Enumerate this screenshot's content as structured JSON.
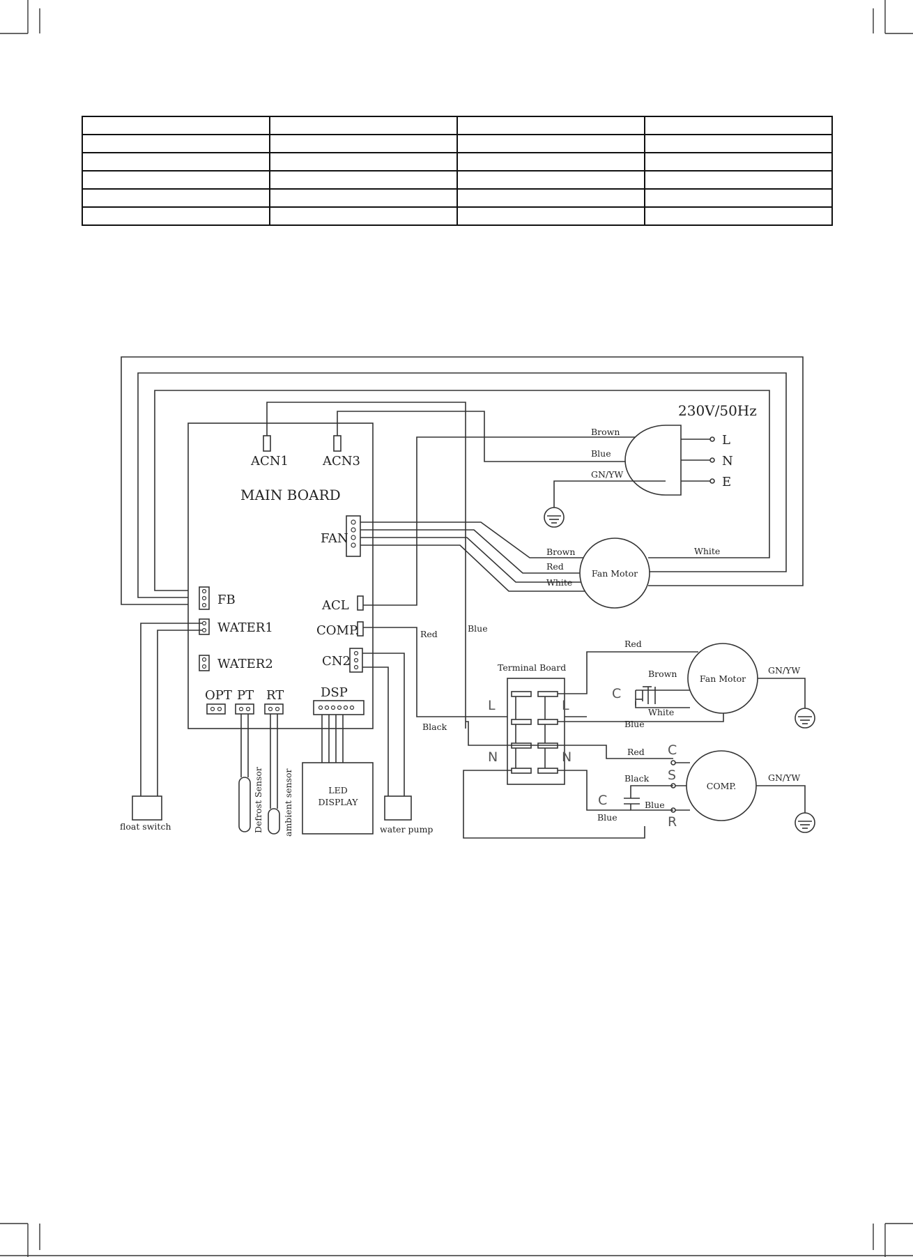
{
  "diagram": {
    "supply_label": "230V/50Hz",
    "supply_pins": [
      "L",
      "N",
      "E"
    ],
    "main_board": {
      "title": "MAIN BOARD",
      "connectors": {
        "acn1": "ACN1",
        "acn3": "ACN3",
        "fan": "FAN",
        "fb": "FB",
        "acl": "ACL",
        "water1": "WATER1",
        "comp": "COMP.",
        "water2": "WATER2",
        "cn2": "CN2",
        "opt": "OPT",
        "pt": "PT",
        "rt": "RT",
        "dsp": "DSP"
      }
    },
    "led_display": [
      "LED",
      "DISPLAY"
    ],
    "sensors": {
      "defrost": "Defrost Sensor",
      "ambient": "ambient sensor"
    },
    "float_switch": "float switch",
    "water_pump": "water pump",
    "fan_motor": "Fan Motor",
    "terminal_board": {
      "title": "Terminal Board",
      "L": "L",
      "N": "N"
    },
    "compressor": {
      "label": "COMP.",
      "C": "C",
      "S": "S",
      "R": "R"
    },
    "capacitor": "C",
    "wires": {
      "brown": "Brown",
      "blue": "Blue",
      "red": "Red",
      "white": "White",
      "black": "Black",
      "gnyw": "GN/YW"
    }
  }
}
